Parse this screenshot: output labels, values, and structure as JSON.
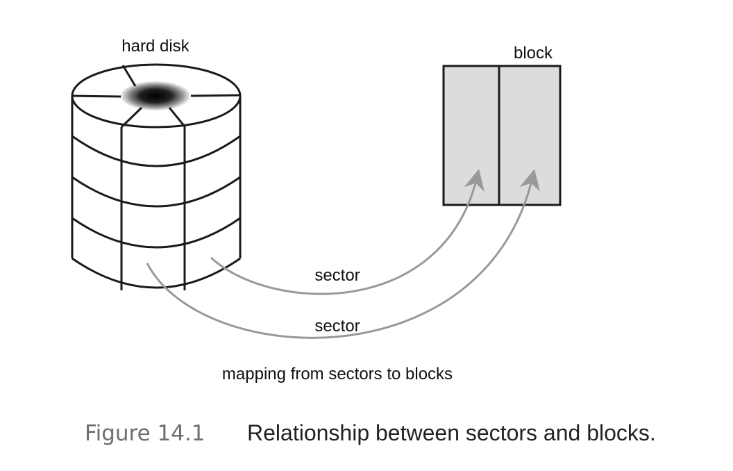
{
  "diagram": {
    "labels": {
      "hard_disk": "hard disk",
      "block": "block",
      "sector_upper": "sector",
      "sector_lower": "sector",
      "mapping": "mapping from sectors to blocks"
    }
  },
  "caption": {
    "number": "Figure 14.1",
    "text": "Relationship between sectors and blocks."
  },
  "colors": {
    "stroke": "#1a1a1a",
    "block_fill": "#dcdcdc",
    "arrow": "#999999",
    "caption_number": "#6f6f6f"
  }
}
